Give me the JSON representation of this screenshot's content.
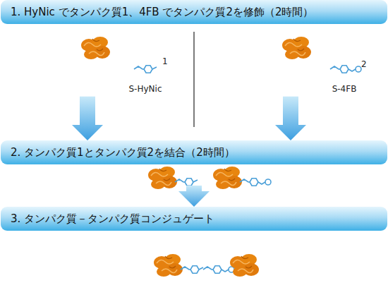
{
  "diagram": {
    "nodes": [
      {
        "text": [
          "1. HyNic でタンパク質1、4FB でタンパク質2を修飾（2時間）"
        ]
      },
      {
        "text": [
          "2. タンパク質1とタンパク質2を結合（2時間）"
        ]
      },
      {
        "text": [
          "3. タンパク質－タンパク質コンジュゲート"
        ]
      }
    ],
    "edges": [
      {
        "from": 0,
        "to": 1,
        "arrow": "to"
      },
      {
        "from": 0,
        "to": 1,
        "arrow": "to"
      },
      {
        "from": 1,
        "to": 2,
        "arrow": "to"
      }
    ],
    "labels": [
      "1",
      "S-HyNic",
      "2",
      "S-4FB"
    ]
  }
}
